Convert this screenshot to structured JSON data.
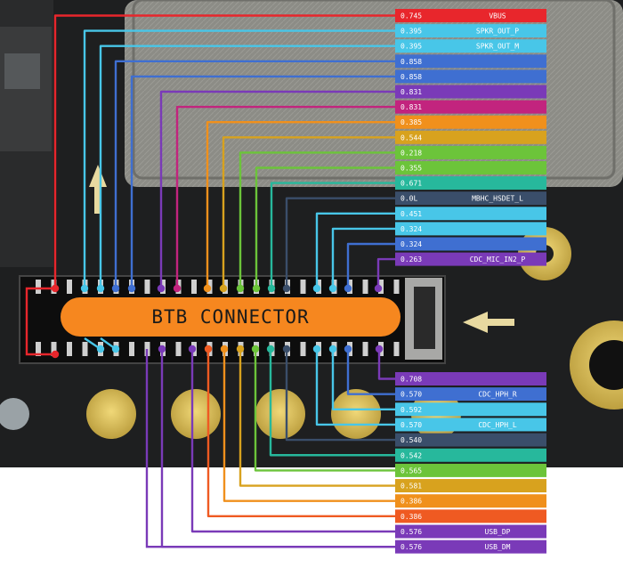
{
  "connector": {
    "label": "BTB CONNECTOR"
  },
  "colors": {
    "red": "#e8262c",
    "cyan": "#48c6e8",
    "blue": "#3f6fd1",
    "purple": "#7a3ab8",
    "magenta": "#c2247e",
    "orange": "#f0901c",
    "gold": "#d8a21e",
    "green": "#6cc43a",
    "teal": "#27b89c",
    "slate": "#3a4e6a",
    "orangered": "#ef5a22",
    "connector_fill": "#f6871f"
  },
  "top_pins": [
    {
      "value": "0.745",
      "name": "VBUS",
      "color": "red"
    },
    {
      "value": "0.395",
      "name": "SPKR_OUT_P",
      "color": "cyan"
    },
    {
      "value": "0.395",
      "name": "SPKR_OUT_M",
      "color": "cyan"
    },
    {
      "value": "0.858",
      "name": "",
      "color": "blue"
    },
    {
      "value": "0.858",
      "name": "",
      "color": "blue"
    },
    {
      "value": "0.831",
      "name": "",
      "color": "purple"
    },
    {
      "value": "0.831",
      "name": "",
      "color": "magenta"
    },
    {
      "value": "0.385",
      "name": "",
      "color": "orange"
    },
    {
      "value": "0.544",
      "name": "",
      "color": "gold"
    },
    {
      "value": "0.218",
      "name": "",
      "color": "green"
    },
    {
      "value": "0.355",
      "name": "",
      "color": "green"
    },
    {
      "value": "0.671",
      "name": "",
      "color": "teal"
    },
    {
      "value": "0.0L",
      "name": "MBHC_HSDET_L",
      "color": "slate"
    },
    {
      "value": "0.451",
      "name": "",
      "color": "cyan"
    },
    {
      "value": "0.324",
      "name": "",
      "color": "cyan"
    },
    {
      "value": "0.324",
      "name": "",
      "color": "blue"
    },
    {
      "value": "0.263",
      "name": "CDC_MIC_IN2_P",
      "color": "purple"
    }
  ],
  "bottom_pins": [
    {
      "value": "0.708",
      "name": "",
      "color": "purple"
    },
    {
      "value": "0.570",
      "name": "CDC_HPH_R",
      "color": "blue"
    },
    {
      "value": "0.592",
      "name": "",
      "color": "cyan"
    },
    {
      "value": "0.570",
      "name": "CDC_HPH_L",
      "color": "cyan"
    },
    {
      "value": "0.540",
      "name": "",
      "color": "slate"
    },
    {
      "value": "0.542",
      "name": "",
      "color": "teal"
    },
    {
      "value": "0.565",
      "name": "",
      "color": "green"
    },
    {
      "value": "0.581",
      "name": "",
      "color": "gold"
    },
    {
      "value": "0.386",
      "name": "",
      "color": "orange"
    },
    {
      "value": "0.386",
      "name": "",
      "color": "orangered"
    },
    {
      "value": "0.576",
      "name": "USB_DP",
      "color": "purple"
    },
    {
      "value": "0.576",
      "name": "USB_DM",
      "color": "purple"
    }
  ]
}
